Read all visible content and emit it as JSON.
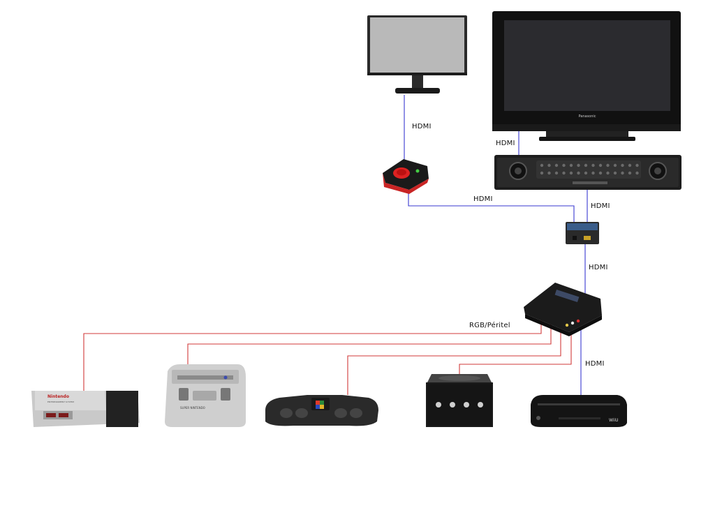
{
  "labels": {
    "monitor_capture": "HDMI",
    "tv_soundbar": "HDMI",
    "capture_splitter": "HDMI",
    "soundbar_splitter": "HDMI",
    "splitter_scaler": "HDMI",
    "rgb": "RGB/Péritel",
    "wiiu": "HDMI"
  },
  "devices": {
    "tv_brand": "Panasonic",
    "nes_brand": "Nintendo",
    "nes_sub": "ENTERTAINMENT SYSTEM",
    "snes_brand": "SUPER NINTENDO",
    "wiiu_brand": "WiiU"
  },
  "colors": {
    "hdmi": "#3a3ad0",
    "rgb": "#d23a3a"
  }
}
